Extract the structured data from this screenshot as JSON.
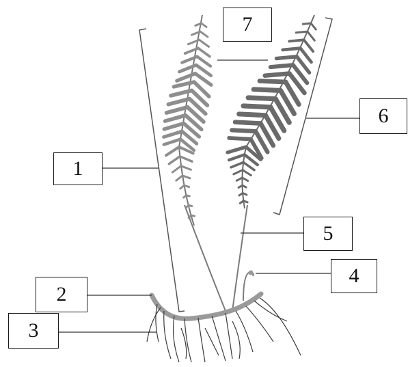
{
  "figure": {
    "labels": [
      {
        "id": "1",
        "text": "1"
      },
      {
        "id": "2",
        "text": "2"
      },
      {
        "id": "3",
        "text": "3"
      },
      {
        "id": "4",
        "text": "4"
      },
      {
        "id": "5",
        "text": "5"
      },
      {
        "id": "6",
        "text": "6"
      },
      {
        "id": "7",
        "text": "7"
      }
    ],
    "colors": {
      "frond_light": "#8e8e8e",
      "frond_dark": "#6a6a6a",
      "stem": "#7a7a7a",
      "root": "#3a3a3a",
      "rhizome": "#9a9a9a",
      "line": "#333333"
    }
  }
}
